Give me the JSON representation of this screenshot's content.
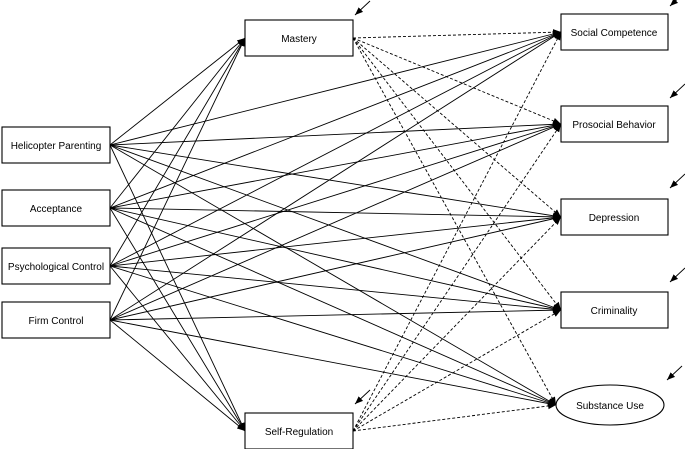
{
  "predictors": [
    {
      "id": "hp",
      "label": "Helicopter Parenting"
    },
    {
      "id": "acc",
      "label": "Acceptance"
    },
    {
      "id": "psy",
      "label": "Psychological Control"
    },
    {
      "id": "firm",
      "label": "Firm Control"
    }
  ],
  "mediators": [
    {
      "id": "mastery",
      "label": "Mastery"
    },
    {
      "id": "selfreg",
      "label": "Self-Regulation"
    }
  ],
  "outcomes": [
    {
      "id": "social",
      "label": "Social Competence",
      "shape": "rect"
    },
    {
      "id": "prosocial",
      "label": "Prosocial Behavior",
      "shape": "rect"
    },
    {
      "id": "depression",
      "label": "Depression",
      "shape": "rect"
    },
    {
      "id": "criminality",
      "label": "Criminality",
      "shape": "rect"
    },
    {
      "id": "substance",
      "label": "Substance Use",
      "shape": "ellipse"
    }
  ],
  "paths": {
    "predictor_to_mediator": "solid",
    "predictor_to_outcome": "solid",
    "mediator_to_outcome": "dashed"
  }
}
